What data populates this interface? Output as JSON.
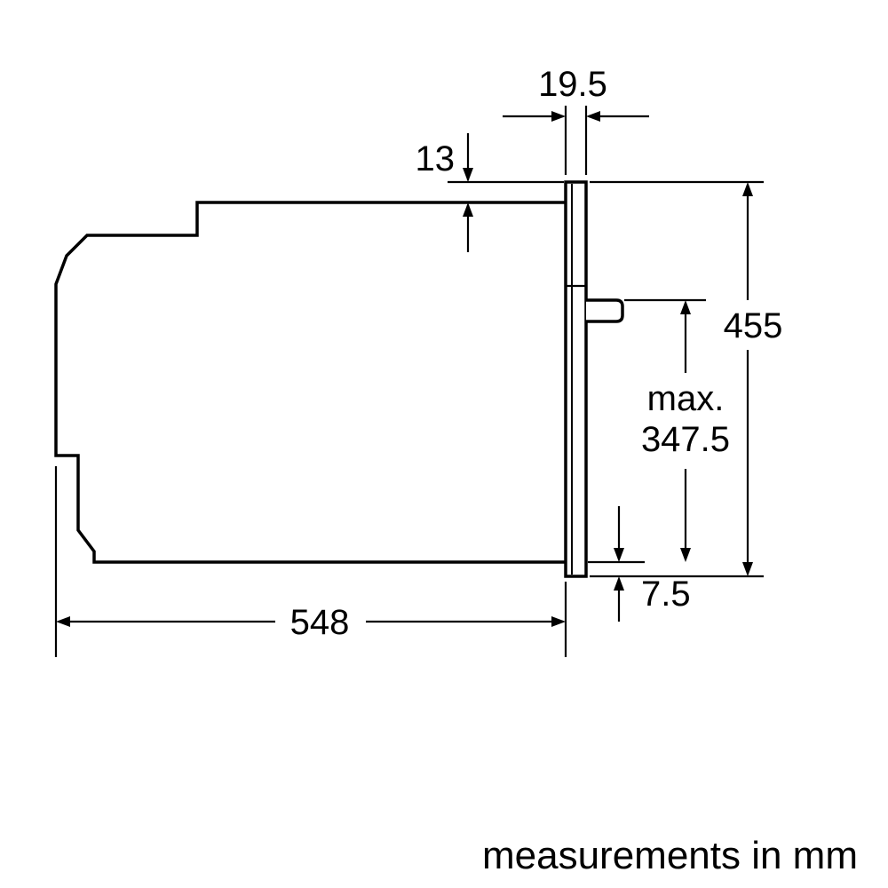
{
  "caption": "measurements in mm",
  "dimensions": {
    "panel_depth": {
      "label": "19.5"
    },
    "top_overhang": {
      "label": "13"
    },
    "total_height": {
      "label": "455"
    },
    "handle_max": {
      "label_line1": "max.",
      "label_line2": "347.5"
    },
    "bottom_overhang": {
      "label": "7.5"
    },
    "body_depth": {
      "label": "548"
    }
  },
  "colors": {
    "line": "#000000",
    "background": "#ffffff"
  }
}
